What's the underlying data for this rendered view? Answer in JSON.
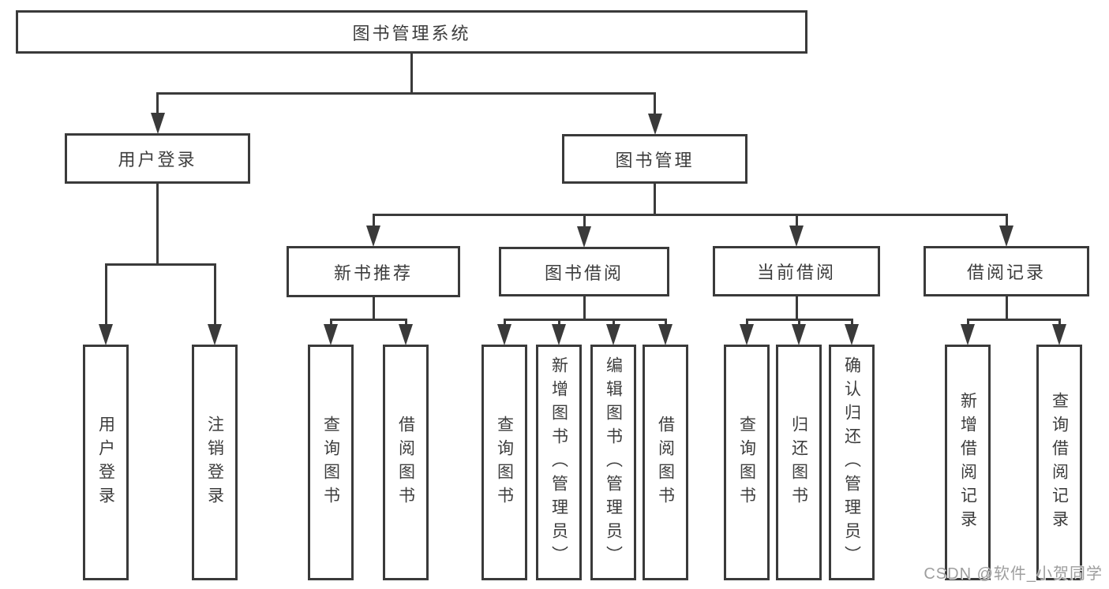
{
  "diagram": {
    "type": "org-tree",
    "title": "图书管理系统",
    "watermark": "CSDN @软件_小贺同学",
    "colors": {
      "line": "#3a3a3a",
      "box_border": "#3a3a3a",
      "text": "#3d3d3d",
      "watermark": "#9e9e9e",
      "background": "#ffffff"
    },
    "nodes": [
      {
        "id": "root",
        "parent": null,
        "label": "图书管理系统",
        "text_direction": "horizontal"
      },
      {
        "id": "user-login-group",
        "parent": "root",
        "label": "用户登录",
        "text_direction": "horizontal"
      },
      {
        "id": "book-management",
        "parent": "root",
        "label": "图书管理",
        "text_direction": "horizontal"
      },
      {
        "id": "user-login",
        "parent": "user-login-group",
        "label": "用户登录",
        "text_direction": "vertical"
      },
      {
        "id": "logout",
        "parent": "user-login-group",
        "label": "注销登录",
        "text_direction": "vertical"
      },
      {
        "id": "new-book-recommend",
        "parent": "book-management",
        "label": "新书推荐",
        "text_direction": "horizontal"
      },
      {
        "id": "book-borrow",
        "parent": "book-management",
        "label": "图书借阅",
        "text_direction": "horizontal"
      },
      {
        "id": "current-borrow",
        "parent": "book-management",
        "label": "当前借阅",
        "text_direction": "horizontal"
      },
      {
        "id": "borrow-records",
        "parent": "book-management",
        "label": "借阅记录",
        "text_direction": "horizontal"
      },
      {
        "id": "query-books-recommend",
        "parent": "new-book-recommend",
        "label": "查询图书",
        "text_direction": "vertical"
      },
      {
        "id": "borrow-books-recommend",
        "parent": "new-book-recommend",
        "label": "借阅图书",
        "text_direction": "vertical"
      },
      {
        "id": "query-books-borrow",
        "parent": "book-borrow",
        "label": "查询图书",
        "text_direction": "vertical"
      },
      {
        "id": "add-books-admin",
        "parent": "book-borrow",
        "label": "新增图书（管理员）",
        "text_direction": "vertical"
      },
      {
        "id": "edit-books-admin",
        "parent": "book-borrow",
        "label": "编辑图书（管理员）",
        "text_direction": "vertical"
      },
      {
        "id": "borrow-books",
        "parent": "book-borrow",
        "label": "借阅图书",
        "text_direction": "vertical"
      },
      {
        "id": "query-books-current",
        "parent": "current-borrow",
        "label": "查询图书",
        "text_direction": "vertical"
      },
      {
        "id": "return-books",
        "parent": "current-borrow",
        "label": "归还图书",
        "text_direction": "vertical"
      },
      {
        "id": "confirm-return-admin",
        "parent": "current-borrow",
        "label": "确认归还（管理员）",
        "text_direction": "vertical"
      },
      {
        "id": "add-borrow-record",
        "parent": "borrow-records",
        "label": "新增借阅记录",
        "text_direction": "vertical"
      },
      {
        "id": "query-borrow-record",
        "parent": "borrow-records",
        "label": "查询借阅记录",
        "text_direction": "vertical"
      }
    ]
  }
}
